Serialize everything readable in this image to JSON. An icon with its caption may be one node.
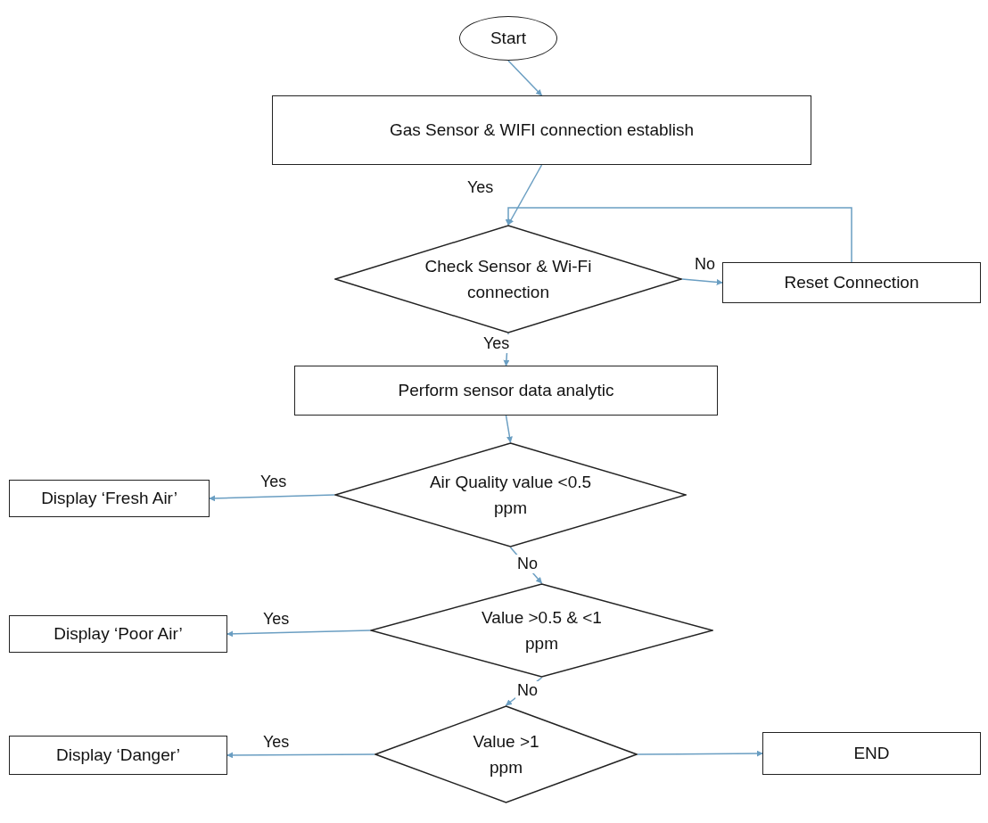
{
  "diagram": {
    "nodes": [
      {
        "text": [
          "Start"
        ]
      },
      {
        "text": [
          "Gas Sensor & WIFI connection establish"
        ]
      },
      {
        "text": [
          "Check Sensor & Wi-Fi connection"
        ]
      },
      {
        "text": [
          "Reset Connection"
        ]
      },
      {
        "text": [
          "Perform sensor data analytic"
        ]
      },
      {
        "text": [
          "Air Quality value <0.5 ppm"
        ]
      },
      {
        "text": [
          "Display ‘Fresh Air’"
        ]
      },
      {
        "text": [
          "Value >0.5 & <1 ppm"
        ]
      },
      {
        "text": [
          "Display ‘Poor Air’"
        ]
      },
      {
        "text": [
          "Value >1 ppm"
        ]
      },
      {
        "text": [
          "Display ‘Danger’"
        ]
      },
      {
        "text": [
          "END"
        ]
      }
    ],
    "edges": [
      {
        "from": 0,
        "to": 1,
        "arrow": "to"
      },
      {
        "from": 1,
        "to": 2,
        "arrow": "to",
        "label": "Yes"
      },
      {
        "from": 2,
        "to": 3,
        "arrow": "to",
        "label": "No"
      },
      {
        "from": 3,
        "to": 2,
        "arrow": "to"
      },
      {
        "from": 2,
        "to": 4,
        "arrow": "to",
        "label": "Yes"
      },
      {
        "from": 4,
        "to": 5,
        "arrow": "to"
      },
      {
        "from": 5,
        "to": 6,
        "arrow": "to",
        "label": "Yes"
      },
      {
        "from": 5,
        "to": 7,
        "arrow": "to",
        "label": "No"
      },
      {
        "from": 7,
        "to": 8,
        "arrow": "to",
        "label": "Yes"
      },
      {
        "from": 7,
        "to": 9,
        "arrow": "to",
        "label": "No"
      },
      {
        "from": 9,
        "to": 10,
        "arrow": "to",
        "label": "Yes"
      },
      {
        "from": 9,
        "to": 11,
        "arrow": "to"
      }
    ]
  }
}
